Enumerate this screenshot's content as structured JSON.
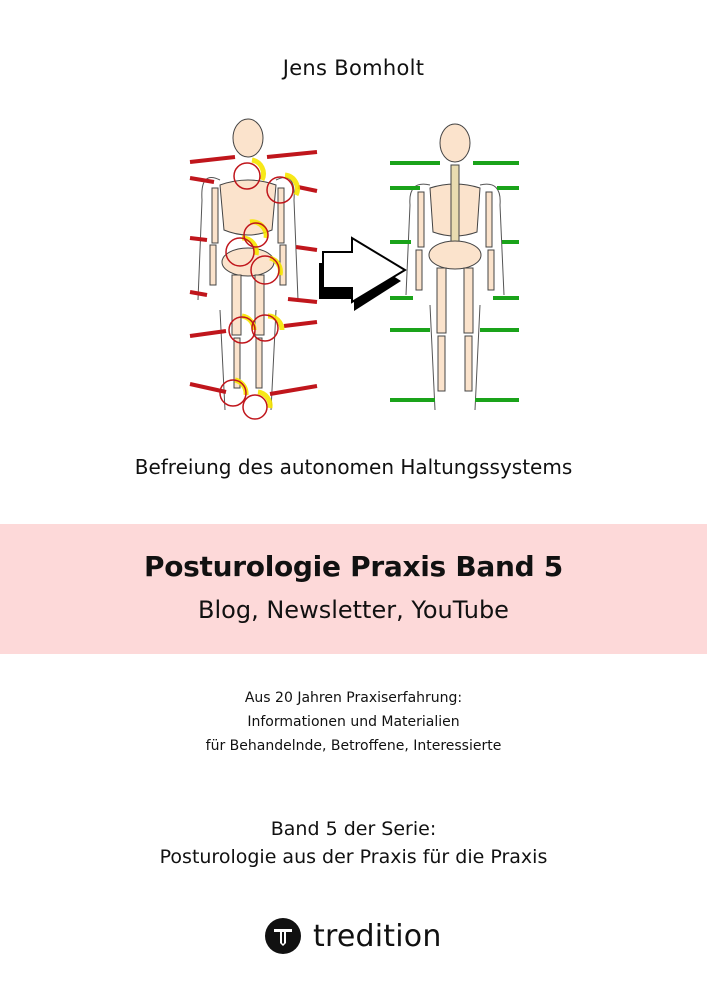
{
  "author": "Jens Bomholt",
  "illustration": {
    "left_icon": "skeleton-misaligned-icon",
    "arrow_icon": "arrow-right-icon",
    "right_icon": "skeleton-aligned-icon",
    "colors": {
      "misaligned": "#c0161c",
      "highlight": "#f7e600",
      "aligned": "#1aa31a"
    }
  },
  "subtitle": "Befreiung des autonomen Haltungssystems",
  "band": {
    "color": "#fdd9d9",
    "title": "Posturologie Praxis Band 5",
    "title2": "Blog, Newsletter, YouTube"
  },
  "info": [
    "Aus 20 Jahren Praxiserfahrung:",
    "Informationen und Materialien",
    "für Behandelnde, Betroffene, Interessierte"
  ],
  "series": [
    "Band 5 der Serie:",
    "Posturologie aus der Praxis für die Praxis"
  ],
  "publisher": {
    "name": "tredition",
    "logo_icon": "tredition-logo-icon"
  }
}
